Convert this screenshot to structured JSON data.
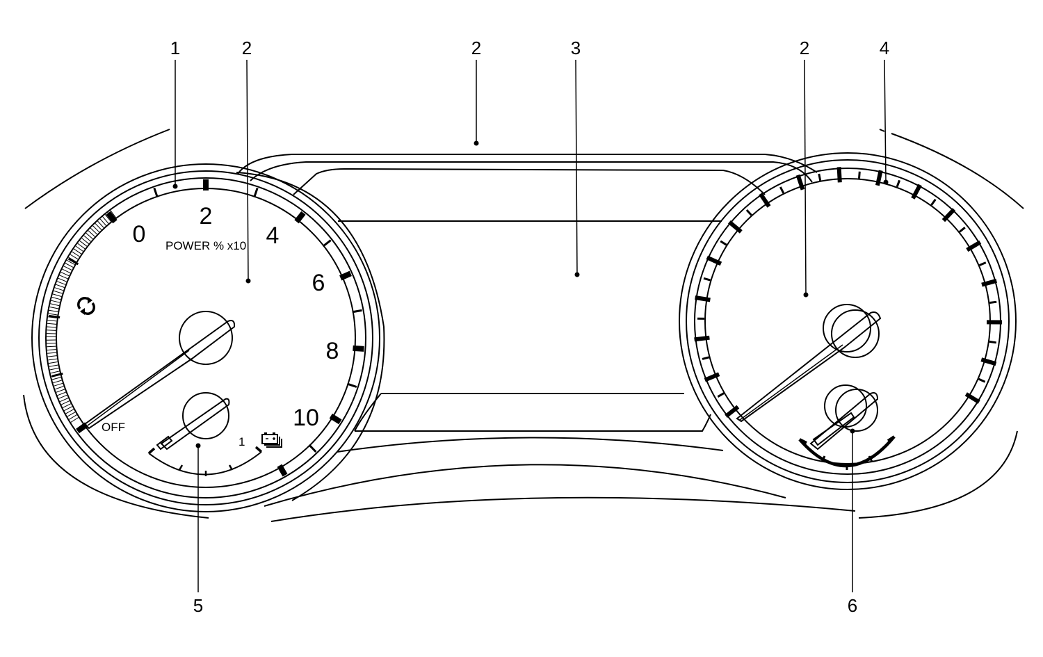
{
  "callouts": [
    "1",
    "2",
    "2",
    "3",
    "2",
    "4",
    "5",
    "6"
  ],
  "left_gauge": {
    "scale": [
      "0",
      "2",
      "4",
      "6",
      "8",
      "10"
    ],
    "unit_label": "POWER % x10",
    "off_label": "OFF",
    "charge_icon": "recycle-arrows-icon"
  },
  "battery_gauge": {
    "max_label": "1",
    "icon": "battery-icon"
  }
}
